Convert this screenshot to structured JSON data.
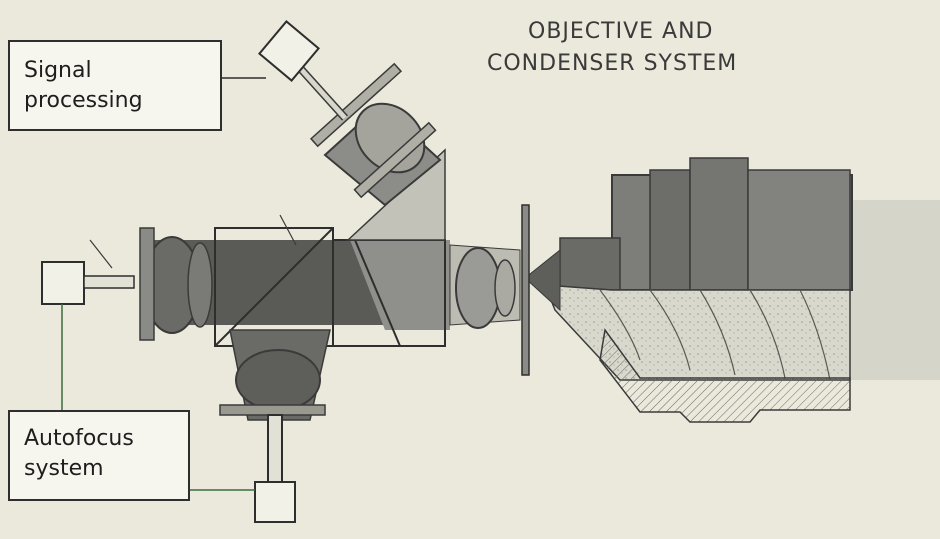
{
  "title": {
    "line1": "OBJECTIVE AND",
    "line2": "CONDENSER SYSTEM"
  },
  "labels": {
    "signal_processing": [
      "Signal",
      "processing"
    ],
    "autofocus_system": [
      "Autofocus",
      "system"
    ]
  },
  "colors": {
    "background": "#ebe9db",
    "line": "#3a3a3a",
    "dark_beam": "#4a4a48",
    "mid_gray": "#8a8a86",
    "light_gray": "#c9c8bd",
    "label_box": "#f7f6ee",
    "green_connector": "#3d6b3d"
  }
}
